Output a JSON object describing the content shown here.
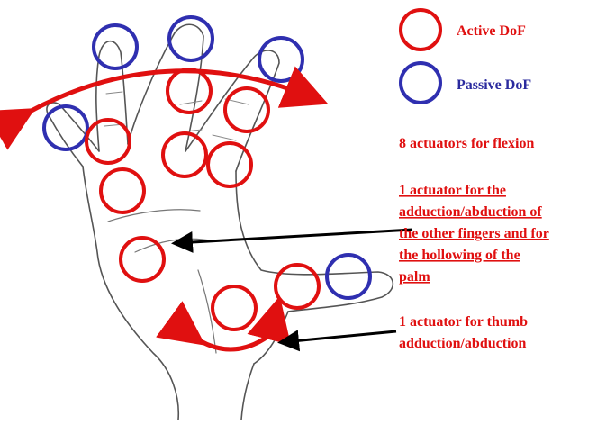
{
  "legend": {
    "active": {
      "label": "Active DoF",
      "color": "#e01010"
    },
    "passive": {
      "label": "Passive DoF",
      "color": "#2f2fb0"
    }
  },
  "annotations": {
    "flexion": "8 actuators for flexion",
    "adduction_lines": [
      "1 actuator for the",
      "adduction/abduction of",
      "the other fingers and for",
      "the hollowing of the",
      "palm"
    ],
    "thumb_lines": [
      "1 actuator for thumb",
      "adduction/abduction"
    ]
  },
  "colors": {
    "active": "#e01010",
    "passive": "#2f2fb0",
    "sketch": "#555555",
    "arrow_black": "#000000"
  }
}
